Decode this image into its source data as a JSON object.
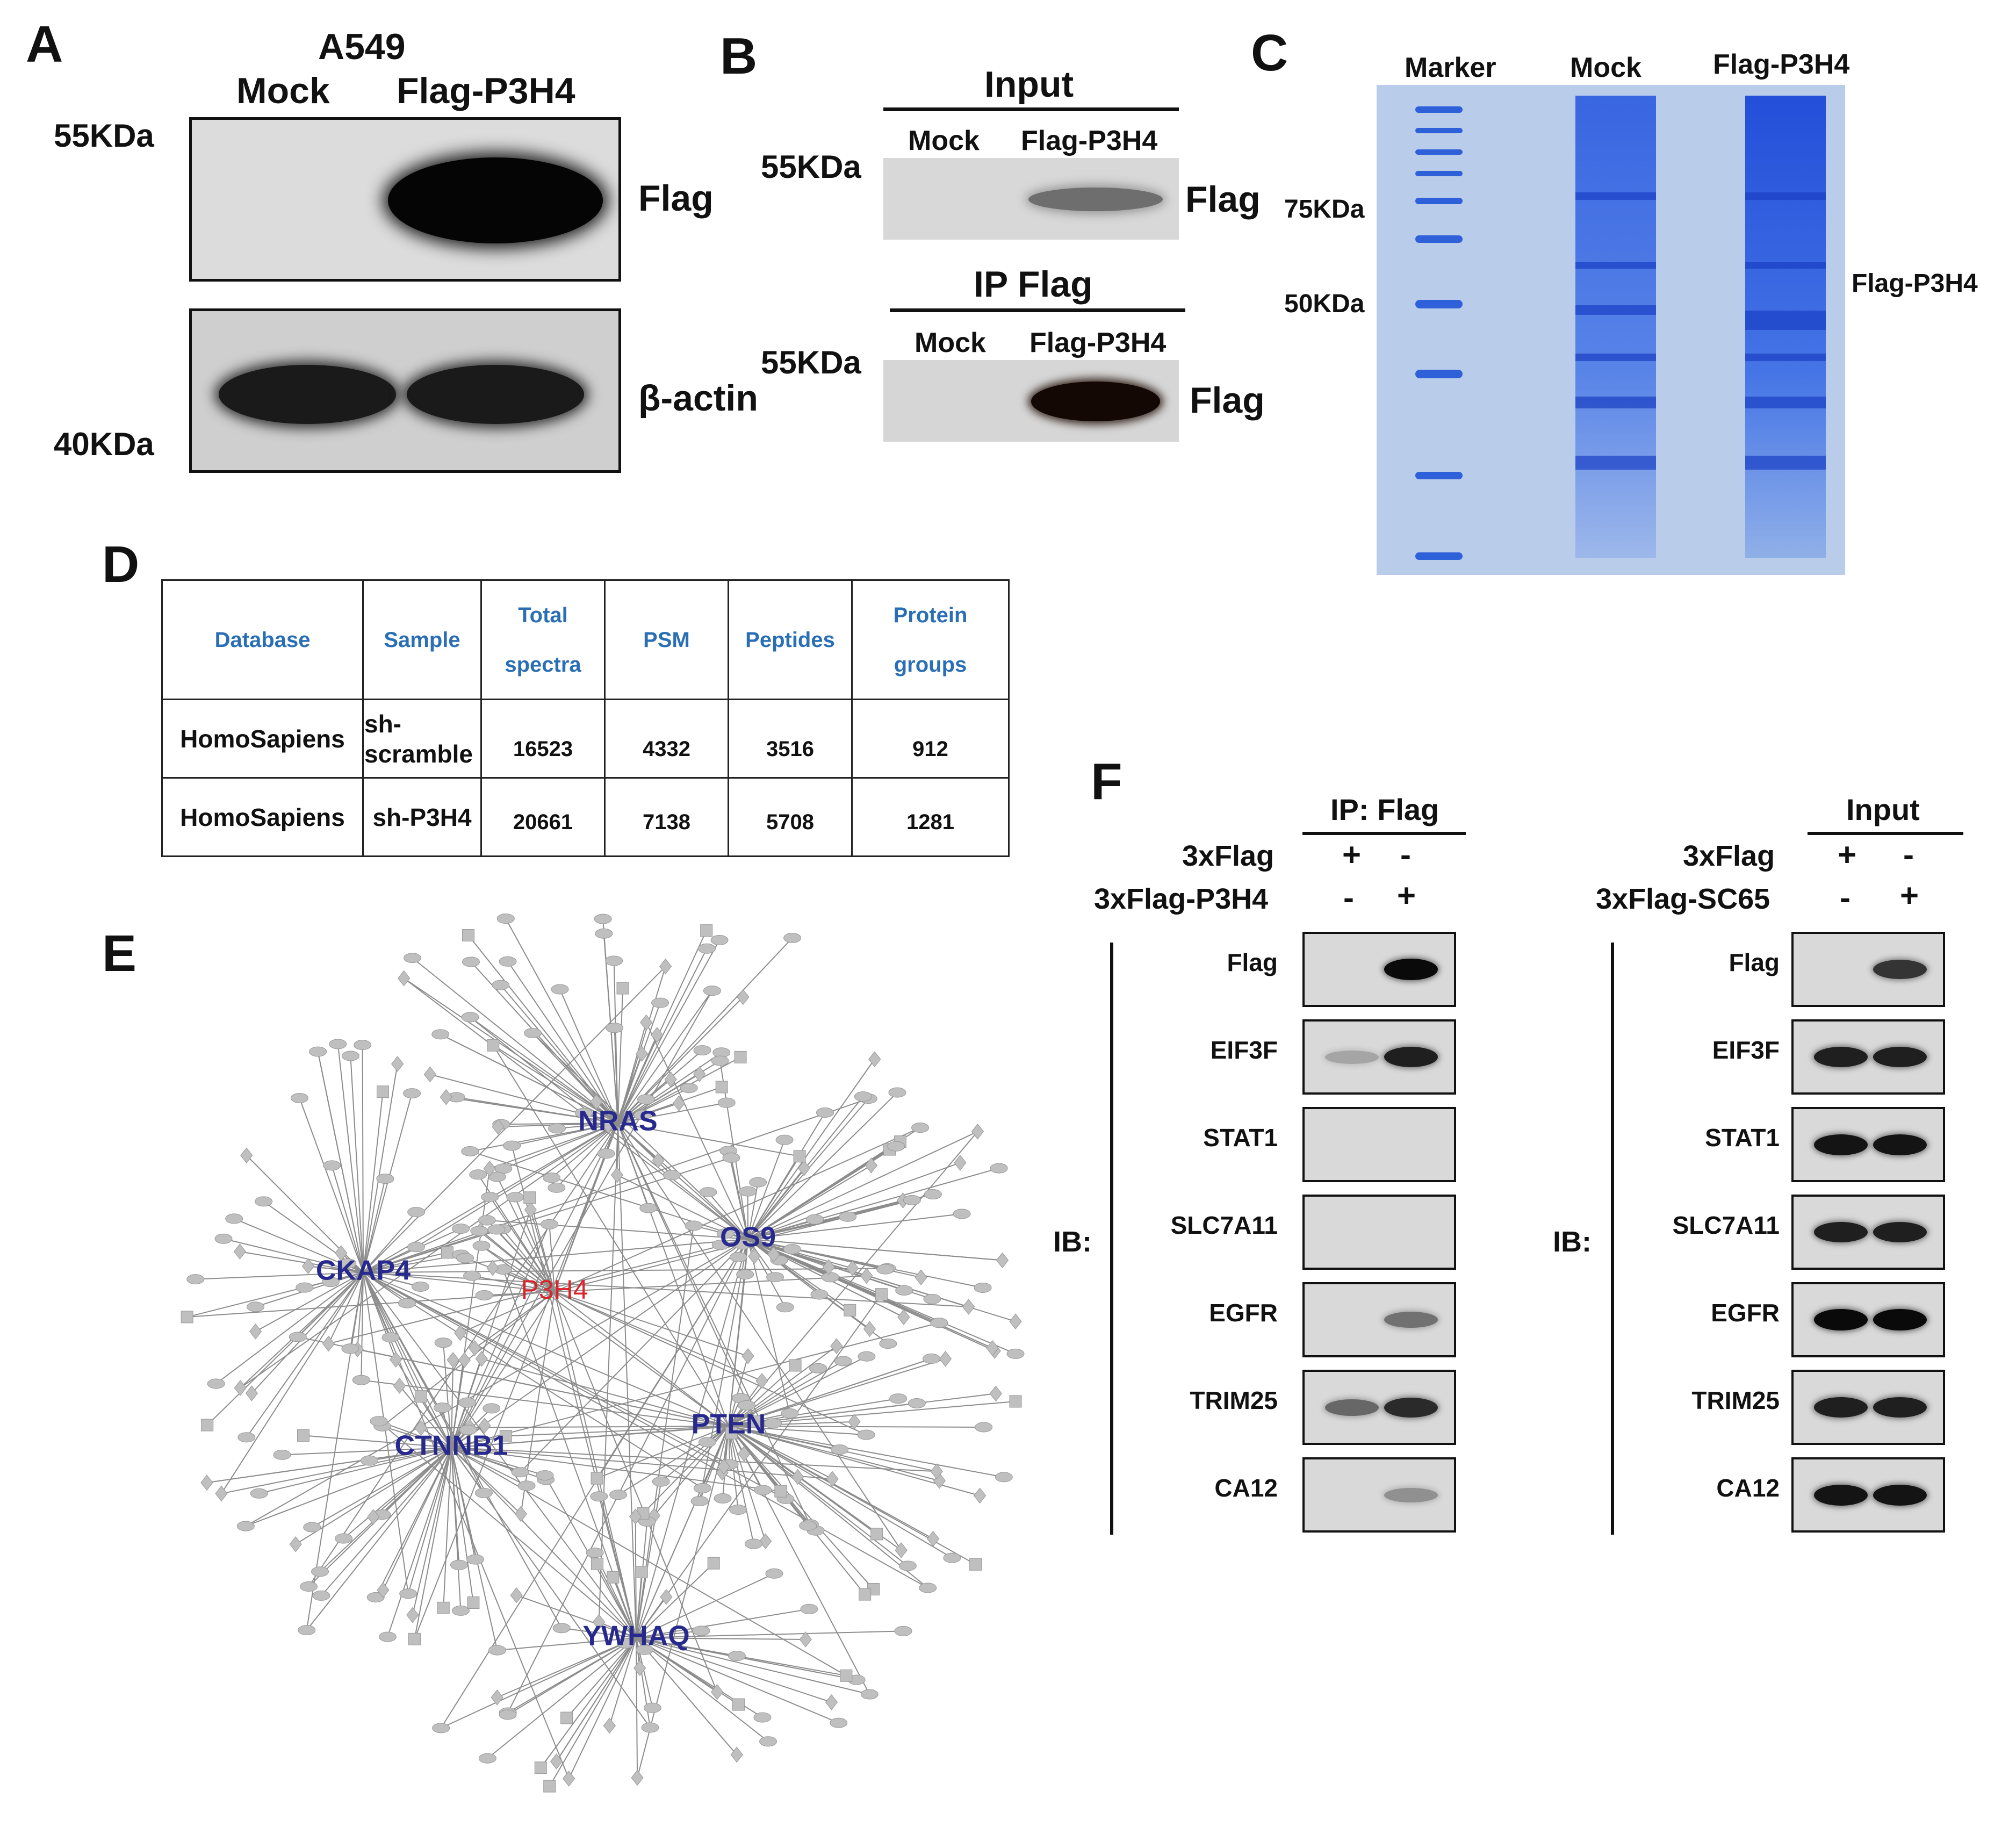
{
  "panels": {
    "a": "A",
    "b": "B",
    "c": "C",
    "d": "D",
    "e": "E",
    "f": "F"
  },
  "panelA": {
    "cell_line": "A549",
    "lanes": [
      "Mock",
      "Flag-P3H4"
    ],
    "markers": [
      "55KDa",
      "40KDa"
    ],
    "blots": [
      "Flag",
      "β-actin"
    ]
  },
  "panelB": {
    "input_title": "Input",
    "ip_title": "IP Flag",
    "lanes": [
      "Mock",
      "Flag-P3H4"
    ],
    "marker": "55KDa",
    "blot": "Flag"
  },
  "panelC": {
    "lanes": [
      "Marker",
      "Mock",
      "Flag-P3H4"
    ],
    "markers": [
      "75KDa",
      "50KDa"
    ],
    "band_label": "Flag-P3H4",
    "colors": {
      "gel": "#b8cce9",
      "stain": "#1f4fd8"
    }
  },
  "panelD": {
    "headers": [
      "Database",
      "Sample",
      "Total",
      "spectra",
      "PSM",
      "Peptides",
      "Protein",
      "groups"
    ],
    "rows": [
      [
        "HomoSapiens",
        "sh-",
        "scramble",
        "16523",
        "4332",
        "3516",
        "912"
      ],
      [
        "HomoSapiens",
        "sh-P3H4",
        "20661",
        "7138",
        "5708",
        "1281"
      ]
    ]
  },
  "panelE": {
    "hubs": [
      "NRAS",
      "OS9",
      "CKAP4",
      "P3H4",
      "CTNNB1",
      "PTEN",
      "YWHAQ"
    ],
    "colors": {
      "hub": "#27298f",
      "center": "#d9252a",
      "node": "#bfbfbf"
    }
  },
  "panelF": {
    "left": {
      "title": "IP: Flag",
      "row1_label": "3xFlag",
      "row1": [
        "+",
        "-"
      ],
      "row2_label": "3xFlag-P3H4",
      "row2": [
        "-",
        "+"
      ]
    },
    "right": {
      "title": "Input",
      "row1_label": "3xFlag",
      "row1": [
        "+",
        "-"
      ],
      "row2_label": "3xFlag-SC65",
      "row2": [
        "-",
        "+"
      ]
    },
    "ib": "IB:",
    "blots": [
      "Flag",
      "EIF3F",
      "STAT1",
      "SLC7A11",
      "EGFR",
      "TRIM25",
      "CA12"
    ]
  }
}
